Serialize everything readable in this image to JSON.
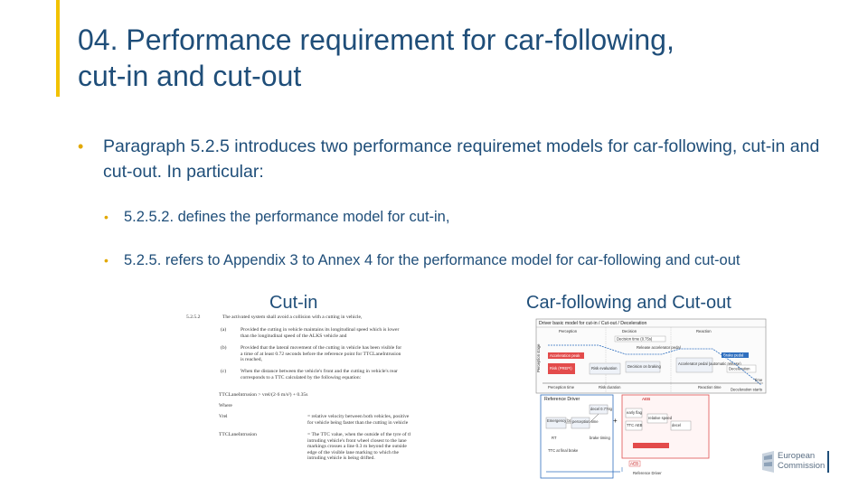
{
  "slide": {
    "title_line1": "04. Performance requirement for car-following,",
    "title_line2": "cut-in and cut-out",
    "bullet_main": "Paragraph 5.2.5 introduces two performance requiremet models for car-following, cut-in and cut-out. In particular:",
    "sub_bullets": [
      "5.2.5.2. defines the performance model for cut-in,",
      "5.2.5. refers to Appendix 3 to Annex 4 for the performance model for car-following and cut-out"
    ],
    "label_cutin": "Cut-in",
    "label_carfollowing": "Car-following and Cut-out",
    "colors": {
      "title": "#1f4e79",
      "accent_bar": "#f2c200",
      "bullet": "#e2a800",
      "diagram_red": "#e05050",
      "diagram_blue": "#2f6fbf"
    }
  },
  "cutin_doc": {
    "para_num": "5.2.5.2",
    "intro": "The activated system shall avoid a collision with a cutting in vehicle,",
    "items": [
      {
        "id": "(a)",
        "text": "Provided the cutting in vehicle maintains its longitudinal speed which is lower than the longitudinal speed of the ALKS vehicle and"
      },
      {
        "id": "(b)",
        "text": "Provided that the lateral movement of the cutting in vehicle has been visible for a time of at least 0.72 seconds before the reference point for TTCLaneIntrusion is reached,"
      },
      {
        "id": "(c)",
        "text": "When the distance between the vehicle's front and the cutting in vehicle's rear corresponds to a TTC calculated by the following equation:"
      }
    ],
    "equation": "TTCLaneIntrusion > vrel/(2·6 m/s²) + 0.35s",
    "where": "Where",
    "defs": [
      {
        "term": "Vrel",
        "text": "= relative velocity between both vehicles, positive for vehicle being faster than the cutting in vehicle"
      },
      {
        "term": "TTCLaneIntrusion",
        "text": "= The TTC value, when the outside of the tyre of the intruding vehicle's front wheel closest to the lane markings crosses a line 0.3 m beyond the outside edge of the visible lane marking to which the intruding vehicle is being drifted."
      }
    ]
  },
  "diagram": {
    "header": "Driver basic model for cut-in / Cut-out / Deceleration",
    "col_perception": "Perception",
    "col_decision": "Decision",
    "col_reaction": "Reaction",
    "y_axis": "Perception stage",
    "box_accel": "Acceleration peak",
    "box_risk": "Risk (PREPI)",
    "box_risk_eval": "Risk evaluation",
    "box_decision": "Decision on braking",
    "box_accelerator": "Accelerator pedal (automatic release)",
    "box_brake": "Brake pedal",
    "box_deceleration": "Deceleration",
    "label_decision_time": "Decision time (0.75s)",
    "label_release": "Release accelerator pedal",
    "label_reaction_time": "Reaction time",
    "label_perception_time": "Perception time",
    "label_risk_duration": "Risk duration",
    "label_time": "Time",
    "label_deceleration_starts": "Deceleration starts",
    "ref_title": "Reference Driver",
    "aeb_title": "AEB",
    "ref_driver_label": "Reference Driver",
    "node_emergency": "Emergency braking zone",
    "node_perception": "perception time",
    "node_rt": "RT",
    "node_decel": "decel 0.774g",
    "node_brake_timing": "brake timing",
    "node_ttc": "TTC at final brake",
    "aeb_nodes": [
      "early flag",
      "TTC AEB",
      "relative speed",
      "decel"
    ],
    "plus_sign": "+"
  },
  "logo": {
    "line1": "European",
    "line2": "Commission"
  }
}
